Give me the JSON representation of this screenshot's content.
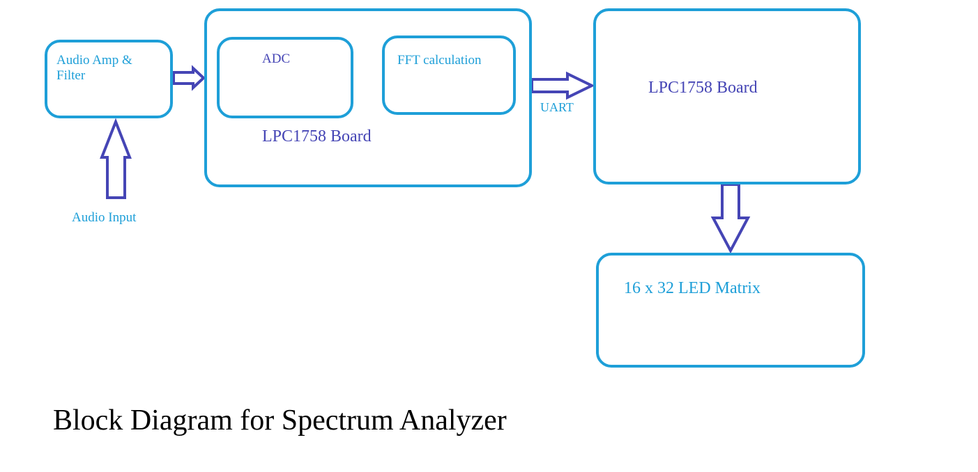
{
  "blocks": {
    "audio_amp_filter": "Audio Amp &\nFilter",
    "adc": "ADC",
    "fft": "FFT calculation",
    "board_1": "LPC1758 Board",
    "board_2": "LPC1758 Board",
    "led_matrix": "16 x 32 LED Matrix"
  },
  "labels": {
    "audio_input": "Audio Input",
    "uart": "UART"
  },
  "title": "Block Diagram for Spectrum Analyzer",
  "colors": {
    "box_stroke": "#1e9fd8",
    "arrow_stroke": "#4545b5",
    "text_cyan": "#1e9fd8",
    "text_navy": "#4545b5"
  }
}
